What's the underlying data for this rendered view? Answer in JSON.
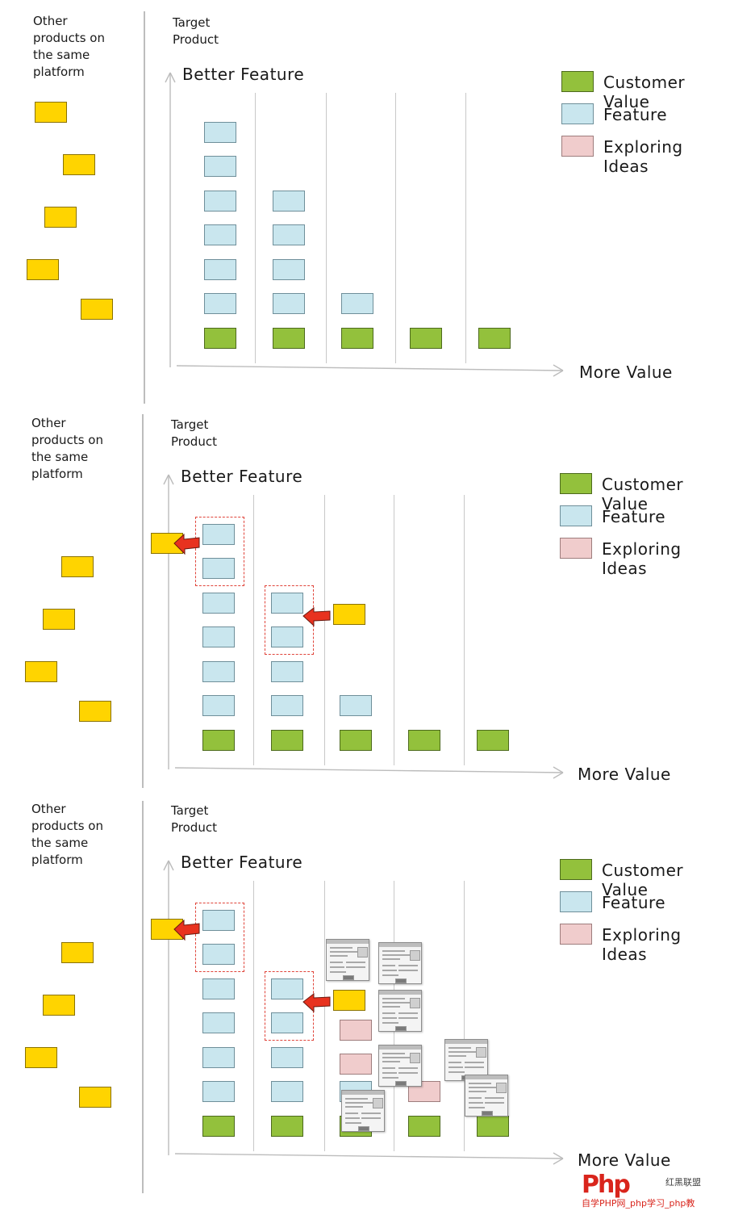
{
  "panels": [
    {
      "other_products_label": "Other\nproducts on\nthe same\nplatform",
      "target_product_label": "Target\nProduct",
      "y_axis_label": "Better Feature",
      "x_axis_label": "More Value"
    },
    {
      "other_products_label": "Other\nproducts on\nthe same\nplatform",
      "target_product_label": "Target\nProduct",
      "y_axis_label": "Better Feature",
      "x_axis_label": "More Value"
    },
    {
      "other_products_label": "Other\nproducts on\nthe same\nplatform",
      "target_product_label": "Target\nProduct",
      "y_axis_label": "Better Feature",
      "x_axis_label": "More Value"
    }
  ],
  "legend": [
    {
      "label": "Customer Value",
      "color": "#93c13c"
    },
    {
      "label": "Feature",
      "color": "#c9e6ee"
    },
    {
      "label": "Exploring Ideas",
      "color": "#f0cccc"
    }
  ],
  "watermark": {
    "logo": "Php",
    "top_text": "红黑联盟",
    "bottom_text": "自学PHP网_php学习_php教"
  }
}
